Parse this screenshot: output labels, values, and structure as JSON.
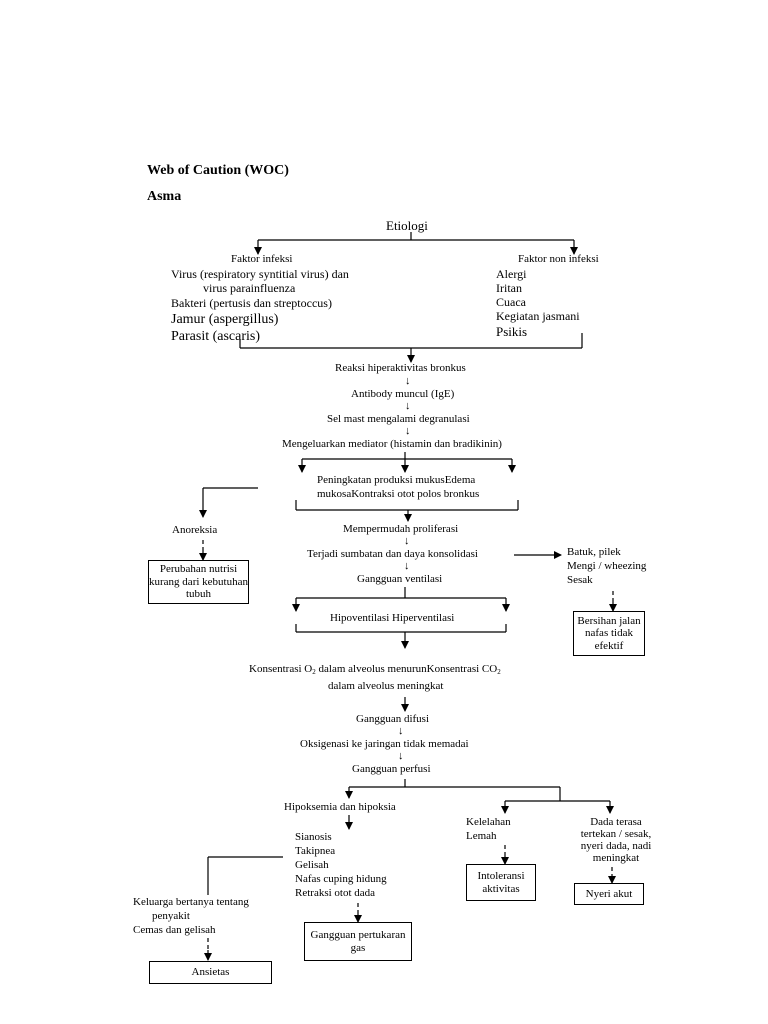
{
  "header": {
    "title": "Web of Caution (WOC)",
    "subtitle": "Asma"
  },
  "etiologi": "Etiologi",
  "faktor_infeksi": {
    "heading": "Faktor infeksi",
    "line1": "Virus (respiratory syntitial virus) dan",
    "line2": "virus parainfluenza",
    "line3": "Bakteri (pertusis dan streptoccus)",
    "line4": "Jamur (aspergillus)",
    "line5": "Parasit (ascaris)"
  },
  "faktor_non_infeksi": {
    "heading": "Faktor non infeksi",
    "items": [
      "Alergi",
      "Iritan",
      "Cuaca",
      "Kegiatan jasmani",
      "Psikis"
    ]
  },
  "chain": {
    "c1": "Reaksi hiperaktivitas bronkus",
    "c2": "Antibody muncul (IgE)",
    "c3": "Sel mast mengalami degranulasi",
    "c4": "Mengeluarkan mediator (histamin dan bradikinin)",
    "c5a": "Peningkatan produksi mukusEdema",
    "c5b": "mukosaKontraksi otot polos bronkus",
    "c6": "Mempermudah proliferasi",
    "c7": "Terjadi sumbatan dan daya konsolidasi",
    "c8": "Gangguan ventilasi",
    "c9": "Hipoventilasi Hiperventilasi",
    "c10a_pre": "Konsentrasi O",
    "c10a_sub1": "2",
    "c10a_mid": " dalam alveolus menurunKonsentrasi CO",
    "c10a_sub2": "2",
    "c10b": "dalam alveolus meningkat",
    "c11": "Gangguan difusi",
    "c12": "Oksigenasi ke jaringan tidak memadai",
    "c13": "Gangguan perfusi"
  },
  "left_branch": {
    "anoreksia": "Anoreksia",
    "box": "Perubahan nutrisi kurang dari kebutuhan tubuh"
  },
  "right_branch": {
    "line1": "Batuk, pilek",
    "line2": "Mengi / wheezing",
    "line3": "Sesak",
    "box": "Bersihan jalan nafas tidak efektif"
  },
  "hipoksemia": {
    "heading": "Hipoksemia dan hipoksia",
    "symptoms": [
      "Sianosis",
      "Takipnea",
      "Gelisah",
      "Nafas cuping hidung",
      "Retraksi otot dada"
    ],
    "box": "Gangguan pertukaran gas"
  },
  "kelelahan": {
    "line1": "Kelelahan",
    "line2": "Lemah",
    "box": "Intoleransi aktivitas"
  },
  "dada": {
    "line1": "Dada terasa",
    "line2": "tertekan / sesak,",
    "line3": "nyeri dada, nadi",
    "line4": "meningkat",
    "box": "Nyeri akut"
  },
  "keluarga": {
    "line1": "Keluarga bertanya tentang",
    "line2": "penyakit",
    "line3": "Cemas dan gelisah",
    "box": "Ansietas"
  }
}
